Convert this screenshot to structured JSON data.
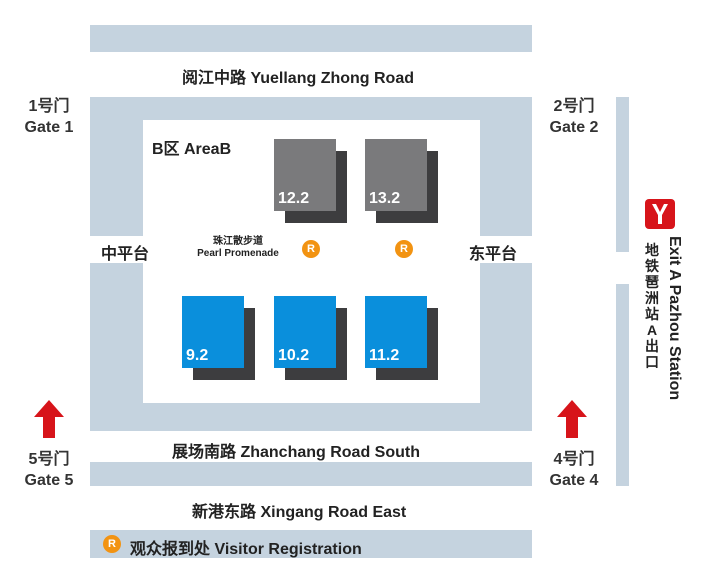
{
  "roads": {
    "north": "阅江中路 Yuellang Zhong Road",
    "south": "展场南路  Zhanchang Road South",
    "east_bottom": "新港东路  Xingang Road East",
    "promenade_cn": "珠江散步道",
    "promenade_en": "Pearl Promenade"
  },
  "terraces": {
    "middle": "中平台",
    "east": "东平台"
  },
  "area": "B区 AreaB",
  "halls": {
    "top": [
      "12.2",
      "13.2"
    ],
    "bottom": [
      "9.2",
      "10.2",
      "11.2"
    ]
  },
  "gates": {
    "gate1_cn": "1号门",
    "gate1_en": "Gate 1",
    "gate2_cn": "2号门",
    "gate2_en": "Gate 2",
    "gate4_cn": "4号门",
    "gate4_en": "Gate 4",
    "gate5_cn": "5号门",
    "gate5_en": "Gate 5"
  },
  "metro": {
    "exit_label": "Exit A Pazhou Station",
    "exit_label_cn": "地铁琶洲站A出口",
    "logo_glyph": "Y"
  },
  "registration": {
    "badge": "R",
    "label": "观众报到处  Visitor Registration"
  },
  "colors": {
    "road": "#c5d3df",
    "hall_gray": "#7a7a7c",
    "hall_blue": "#0a8fdc",
    "hall_shadow": "#3d3d3f",
    "registration": "#f29312",
    "arrow": "#d7141a",
    "metro": "#d7141a"
  }
}
